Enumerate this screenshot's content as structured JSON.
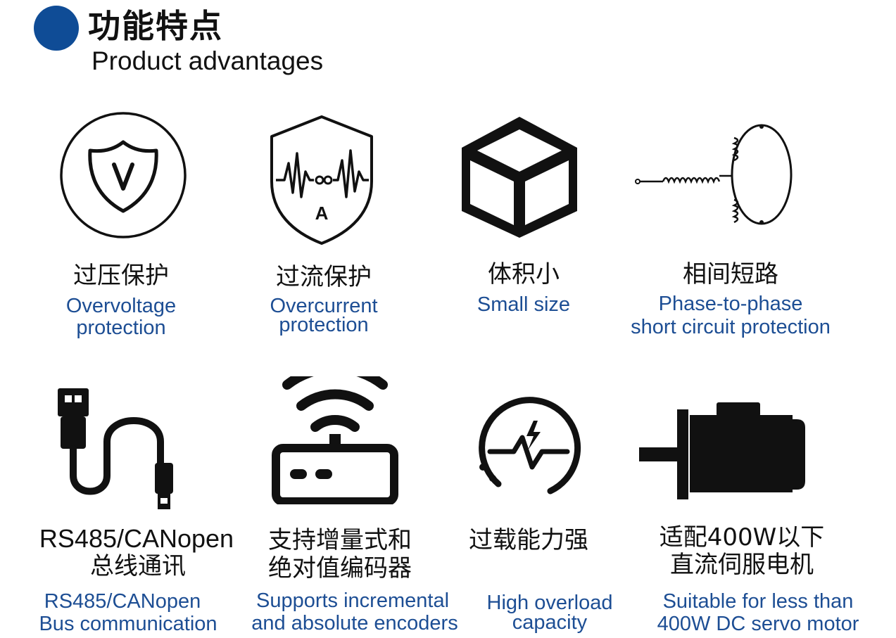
{
  "header": {
    "title_cn": "功能特点",
    "title_en": "Product advantages",
    "accent_color": "#0f4c96"
  },
  "features": [
    {
      "icon": "shield-v-icon",
      "label_cn": "过压保护",
      "label_en_1": "Overvoltage",
      "label_en_2": "protection"
    },
    {
      "icon": "shield-waveform-icon",
      "label_cn": "过流保护",
      "label_en_1": "Overcurrent",
      "label_en_2": "protection"
    },
    {
      "icon": "cube-icon",
      "label_cn": "体积小",
      "label_en_1": "Small size",
      "label_en_2": ""
    },
    {
      "icon": "coil-circuit-icon",
      "label_cn": "相间短路",
      "label_en_1": "Phase-to-phase",
      "label_en_2": "short circuit protection"
    },
    {
      "icon": "usb-cable-icon",
      "label_cn_1": "RS485/CANopen",
      "label_cn_2": "总线通讯",
      "label_en_1": "RS485/CANopen",
      "label_en_2": "Bus communication"
    },
    {
      "icon": "router-wifi-icon",
      "label_cn_1": "支持增量式和",
      "label_cn_2": "绝对值编码器",
      "label_en_1": "Supports incremental",
      "label_en_2": "and absolute encoders"
    },
    {
      "icon": "overload-gauge-icon",
      "label_cn": "过载能力强",
      "label_en_1": "High overload",
      "label_en_2": "capacity"
    },
    {
      "icon": "servo-motor-icon",
      "label_cn_1": "适配400W以下",
      "label_cn_2": "直流伺服电机",
      "label_en_1": "Suitable for less than",
      "label_en_2": "400W DC servo motor"
    }
  ]
}
